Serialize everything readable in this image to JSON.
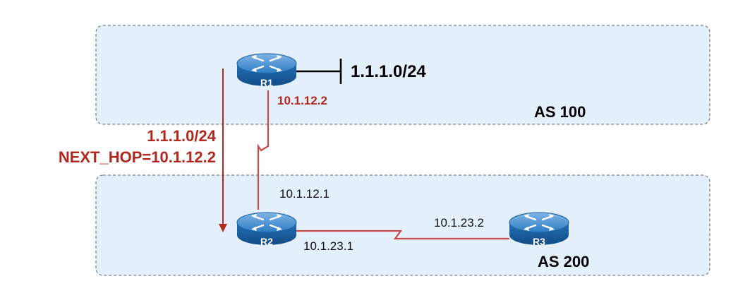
{
  "autonomous_systems": [
    {
      "label": "AS 100"
    },
    {
      "label": "AS 200"
    }
  ],
  "routers": [
    {
      "label": "R1"
    },
    {
      "label": "R2"
    },
    {
      "label": "R3"
    }
  ],
  "network": {
    "prefix": "1.1.1.0/24"
  },
  "interfaces": {
    "r1_r2": "10.1.12.2",
    "r2_r1": "10.1.12.1",
    "r2_r3": "10.1.23.1",
    "r3_r2": "10.1.23.2"
  },
  "update": {
    "prefix": "1.1.1.0/24",
    "next_hop": "NEXT_HOP=10.1.12.2"
  },
  "colors": {
    "as_fill": "#e3f0fb",
    "as_border": "#7a8594",
    "router_body": "#1f6fb5",
    "link_serial": "#c94848",
    "update_arrow": "#b0281e"
  }
}
